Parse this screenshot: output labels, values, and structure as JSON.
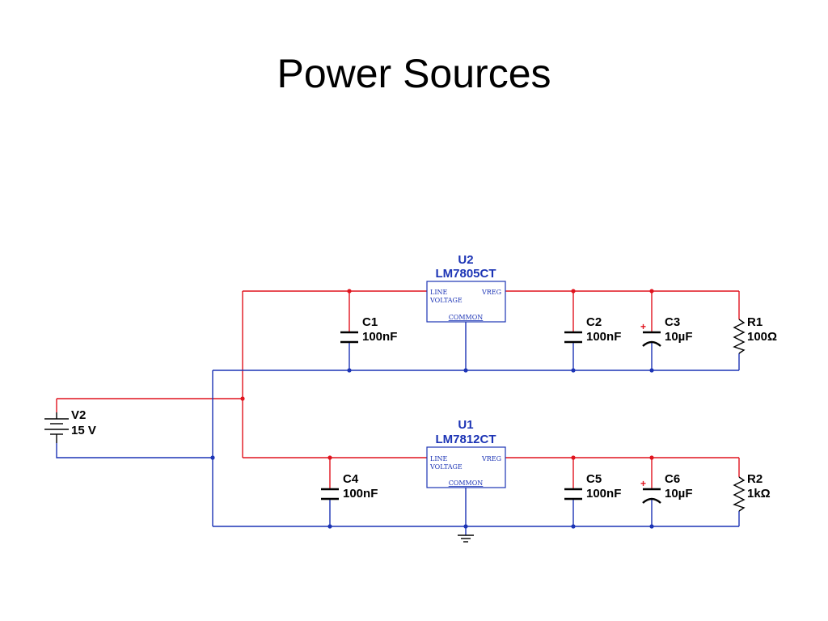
{
  "slide": {
    "title": "Power Sources"
  },
  "source": {
    "ref": "V2",
    "value": "15 V"
  },
  "regulators": [
    {
      "ref": "U2",
      "part": "LM7805CT",
      "pin_line": "LINE",
      "pin_voltage": "VOLTAGE",
      "pin_vreg": "VREG",
      "pin_common": "COMMON"
    },
    {
      "ref": "U1",
      "part": "LM7812CT",
      "pin_line": "LINE",
      "pin_voltage": "VOLTAGE",
      "pin_vreg": "VREG",
      "pin_common": "COMMON"
    }
  ],
  "capacitors": {
    "c1": {
      "ref": "C1",
      "value": "100nF"
    },
    "c2": {
      "ref": "C2",
      "value": "100nF"
    },
    "c3": {
      "ref": "C3",
      "value": "10µF",
      "polarity": "+"
    },
    "c4": {
      "ref": "C4",
      "value": "100nF"
    },
    "c5": {
      "ref": "C5",
      "value": "100nF"
    },
    "c6": {
      "ref": "C6",
      "value": "10µF",
      "polarity": "+"
    }
  },
  "resistors": {
    "r1": {
      "ref": "R1",
      "value": "100Ω"
    },
    "r2": {
      "ref": "R2",
      "value": "1kΩ"
    }
  },
  "colors": {
    "positive_wire": "#e0141e",
    "ground_wire": "#1c34b5",
    "component": "#000000"
  }
}
